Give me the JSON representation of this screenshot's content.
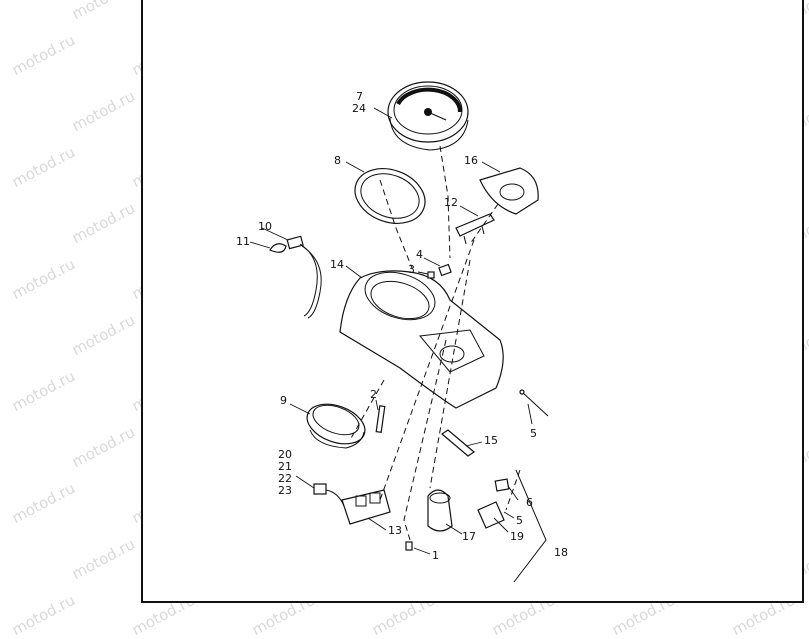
{
  "watermark": "motod.ru",
  "labels": {
    "l7": "7",
    "l24": "24",
    "l8": "8",
    "l16": "16",
    "l12": "12",
    "l10": "10",
    "l11": "11",
    "l4": "4",
    "l3": "3",
    "l14": "14",
    "l2": "2",
    "l9": "9",
    "l5a": "5",
    "l15": "15",
    "l20": "20",
    "l21": "21",
    "l22": "22",
    "l23": "23",
    "l6": "6",
    "l5b": "5",
    "l13": "13",
    "l17": "17",
    "l19": "19",
    "l18": "18",
    "l1": "1"
  }
}
